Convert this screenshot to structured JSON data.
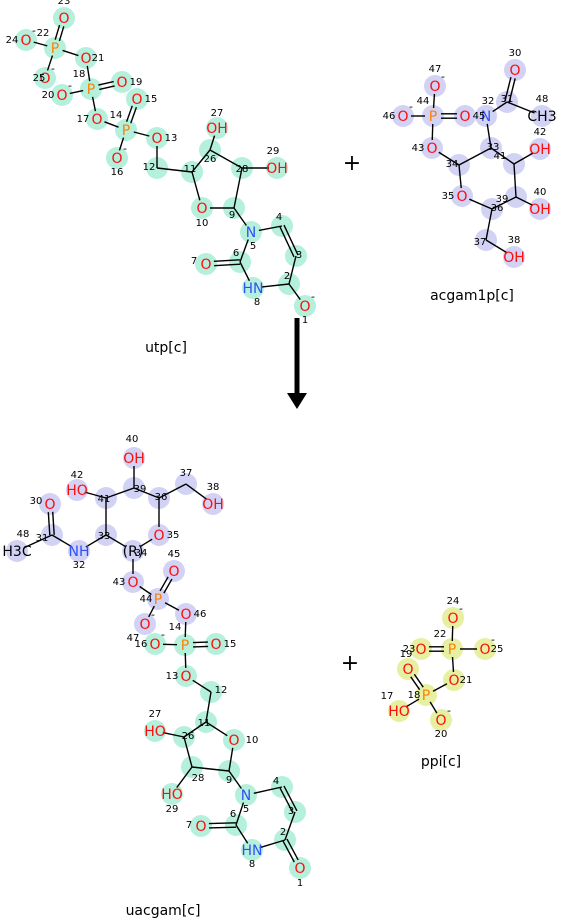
{
  "reaction": {
    "reactants": [
      {
        "id": "utp",
        "label": "utp[c]"
      },
      {
        "id": "acgam1p",
        "label": "acgam1p[c]"
      }
    ],
    "products": [
      {
        "id": "uacgam",
        "label": "uacgam[c]"
      },
      {
        "id": "ppi",
        "label": "ppi[c]"
      }
    ],
    "plus_sign": "+"
  },
  "colors": {
    "bond": "#000000",
    "oxygen": "#ff0d0d",
    "nitrogen": "#3050f8",
    "phosphorus": "#ff8000",
    "carbon": "#000000",
    "highlight_utp": "#b4f0dc",
    "highlight_acgam": "#d2d2f5",
    "highlight_ppi": "#e6f0a0"
  },
  "atoms": {
    "utp": {
      "O1": {
        "text": "O",
        "num": "1",
        "el": "O",
        "chg": "-"
      },
      "C2": {
        "text": "",
        "num": "2",
        "el": "C"
      },
      "C3": {
        "text": "",
        "num": "3",
        "el": "C"
      },
      "C4": {
        "text": "",
        "num": "4",
        "el": "C"
      },
      "N5": {
        "text": "N",
        "num": "5",
        "el": "N"
      },
      "C6": {
        "text": "",
        "num": "6",
        "el": "C"
      },
      "O7": {
        "text": "O",
        "num": "7",
        "el": "O"
      },
      "N8": {
        "text": "HN",
        "num": "8",
        "el": "N"
      },
      "C9": {
        "text": "",
        "num": "9",
        "el": "C"
      },
      "O10": {
        "text": "O",
        "num": "10",
        "el": "O"
      },
      "C11": {
        "text": "",
        "num": "11",
        "el": "C"
      },
      "C12": {
        "text": "",
        "num": "12",
        "el": "C"
      },
      "O13": {
        "text": "O",
        "num": "13",
        "el": "O"
      },
      "P14": {
        "text": "P",
        "num": "14",
        "el": "P"
      },
      "O15": {
        "text": "O",
        "num": "15",
        "el": "O"
      },
      "O16": {
        "text": "O",
        "num": "16",
        "el": "O",
        "chg": "-"
      },
      "O17": {
        "text": "O",
        "num": "17",
        "el": "O"
      },
      "P18": {
        "text": "P",
        "num": "18",
        "el": "P"
      },
      "O19": {
        "text": "O",
        "num": "19",
        "el": "O"
      },
      "O20": {
        "text": "O",
        "num": "20",
        "el": "O",
        "chg": "-"
      },
      "O21": {
        "text": "O",
        "num": "21",
        "el": "O"
      },
      "P22": {
        "text": "P",
        "num": "22",
        "el": "P"
      },
      "O23": {
        "text": "O",
        "num": "23",
        "el": "O"
      },
      "O24": {
        "text": "O",
        "num": "24",
        "el": "O",
        "chg": "-"
      },
      "O25": {
        "text": "O",
        "num": "25",
        "el": "O",
        "chg": "-"
      },
      "C26": {
        "text": "",
        "num": "26",
        "el": "C"
      },
      "O27": {
        "text": "OH",
        "num": "27",
        "el": "O"
      },
      "C28": {
        "text": "",
        "num": "28",
        "el": "C"
      },
      "O29": {
        "text": "OH",
        "num": "29",
        "el": "O"
      }
    },
    "acgam1p": {
      "O30": {
        "text": "O",
        "num": "30",
        "el": "O"
      },
      "C31": {
        "text": "",
        "num": "31",
        "el": "C"
      },
      "N32": {
        "text": "N",
        "num": "32",
        "el": "N"
      },
      "C33": {
        "text": "",
        "num": "33",
        "el": "C"
      },
      "C34": {
        "text": "",
        "num": "34",
        "el": "C"
      },
      "O35": {
        "text": "O",
        "num": "35",
        "el": "O"
      },
      "C36": {
        "text": "",
        "num": "36",
        "el": "C"
      },
      "C37": {
        "text": "",
        "num": "37",
        "el": "C"
      },
      "O38": {
        "text": "OH",
        "num": "38",
        "el": "O"
      },
      "C39": {
        "text": "",
        "num": "39",
        "el": "C"
      },
      "O40": {
        "text": "OH",
        "num": "40",
        "el": "O"
      },
      "C41": {
        "text": "",
        "num": "41",
        "el": "C"
      },
      "O42": {
        "text": "OH",
        "num": "42",
        "el": "O"
      },
      "O43": {
        "text": "O",
        "num": "43",
        "el": "O"
      },
      "P44": {
        "text": "P",
        "num": "44",
        "el": "P"
      },
      "O45": {
        "text": "O",
        "num": "45",
        "el": "O"
      },
      "O46": {
        "text": "O",
        "num": "46",
        "el": "O",
        "chg": "-"
      },
      "O47": {
        "text": "O",
        "num": "47",
        "el": "O",
        "chg": "-"
      },
      "C48": {
        "text": "CH3",
        "num": "48",
        "el": "C"
      }
    },
    "uacgam": {
      "O1": {
        "text": "O",
        "num": "1",
        "el": "O"
      },
      "C2": {
        "text": "",
        "num": "2",
        "el": "C"
      },
      "C3": {
        "text": "",
        "num": "3",
        "el": "C"
      },
      "C4": {
        "text": "",
        "num": "4",
        "el": "C"
      },
      "N5": {
        "text": "N",
        "num": "5",
        "el": "N"
      },
      "C6": {
        "text": "",
        "num": "6",
        "el": "C"
      },
      "O7": {
        "text": "O",
        "num": "7",
        "el": "O"
      },
      "N8": {
        "text": "HN",
        "num": "8",
        "el": "N"
      },
      "C9": {
        "text": "",
        "num": "9",
        "el": "C"
      },
      "O10": {
        "text": "O",
        "num": "10",
        "el": "O"
      },
      "C11": {
        "text": "",
        "num": "11",
        "el": "C"
      },
      "C12": {
        "text": "",
        "num": "12",
        "el": "C"
      },
      "O13": {
        "text": "O",
        "num": "13",
        "el": "O"
      },
      "P14": {
        "text": "P",
        "num": "14",
        "el": "P"
      },
      "O15": {
        "text": "O",
        "num": "15",
        "el": "O"
      },
      "O16": {
        "text": "O",
        "num": "16",
        "el": "O",
        "chg": "-"
      },
      "O46": {
        "text": "O",
        "num": "46",
        "el": "O"
      },
      "P44": {
        "text": "P",
        "num": "44",
        "el": "P"
      },
      "O45": {
        "text": "O",
        "num": "45",
        "el": "O"
      },
      "O47": {
        "text": "O",
        "num": "47",
        "el": "O",
        "chg": "-"
      },
      "O43": {
        "text": "O",
        "num": "43",
        "el": "O"
      },
      "C34": {
        "text": "(R)",
        "num": "34",
        "el": "C"
      },
      "O35": {
        "text": "O",
        "num": "35",
        "el": "O"
      },
      "C36": {
        "text": "",
        "num": "36",
        "el": "C"
      },
      "C37": {
        "text": "",
        "num": "37",
        "el": "C"
      },
      "O38": {
        "text": "OH",
        "num": "38",
        "el": "O"
      },
      "C39": {
        "text": "",
        "num": "39",
        "el": "C"
      },
      "O40": {
        "text": "OH",
        "num": "40",
        "el": "O"
      },
      "C41": {
        "text": "",
        "num": "41",
        "el": "C"
      },
      "O42": {
        "text": "HO",
        "num": "42",
        "el": "O"
      },
      "C33": {
        "text": "",
        "num": "33",
        "el": "C"
      },
      "N32": {
        "text": "NH",
        "num": "32",
        "el": "N"
      },
      "C31": {
        "text": "",
        "num": "31",
        "el": "C"
      },
      "O30": {
        "text": "O",
        "num": "30",
        "el": "O"
      },
      "C48": {
        "text": "H3C",
        "num": "48",
        "el": "C"
      },
      "C26": {
        "text": "",
        "num": "26",
        "el": "C"
      },
      "O27": {
        "text": "HO",
        "num": "27",
        "el": "O"
      },
      "C28": {
        "text": "",
        "num": "28",
        "el": "C"
      },
      "O29": {
        "text": "HO",
        "num": "29",
        "el": "O"
      }
    },
    "ppi": {
      "P18": {
        "text": "P",
        "num": "18",
        "el": "P"
      },
      "O17": {
        "text": "HO",
        "num": "17",
        "el": "O"
      },
      "O19": {
        "text": "O",
        "num": "19",
        "el": "O"
      },
      "O20": {
        "text": "O",
        "num": "20",
        "el": "O",
        "chg": "-"
      },
      "O21": {
        "text": "O",
        "num": "21",
        "el": "O"
      },
      "P22": {
        "text": "P",
        "num": "22",
        "el": "P"
      },
      "O23": {
        "text": "O",
        "num": "23",
        "el": "O"
      },
      "O24": {
        "text": "O",
        "num": "24",
        "el": "O",
        "chg": "-"
      },
      "O25": {
        "text": "O",
        "num": "25",
        "el": "O",
        "chg": "-"
      }
    }
  }
}
